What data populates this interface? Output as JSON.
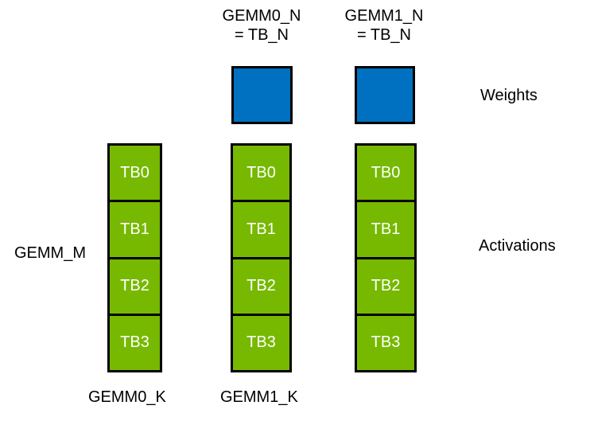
{
  "diagram": {
    "headers": [
      {
        "line1": "GEMM0_N",
        "line2": "= TB_N"
      },
      {
        "line1": "GEMM1_N",
        "line2": "= TB_N"
      }
    ],
    "side_labels": {
      "weights": "Weights",
      "activations": "Activations",
      "gemm_m": "GEMM_M"
    },
    "footers": [
      "GEMM0_K",
      "GEMM1_K"
    ],
    "activation_columns": [
      {
        "cells": [
          "TB0",
          "TB1",
          "TB2",
          "TB3"
        ]
      },
      {
        "cells": [
          "TB0",
          "TB1",
          "TB2",
          "TB3"
        ]
      },
      {
        "cells": [
          "TB0",
          "TB1",
          "TB2",
          "TB3"
        ]
      }
    ],
    "colors": {
      "activations_green": "#76B900",
      "weights_blue": "#0070C0",
      "outline_black": "#000000",
      "cell_text_white": "#FFFFFF"
    }
  }
}
